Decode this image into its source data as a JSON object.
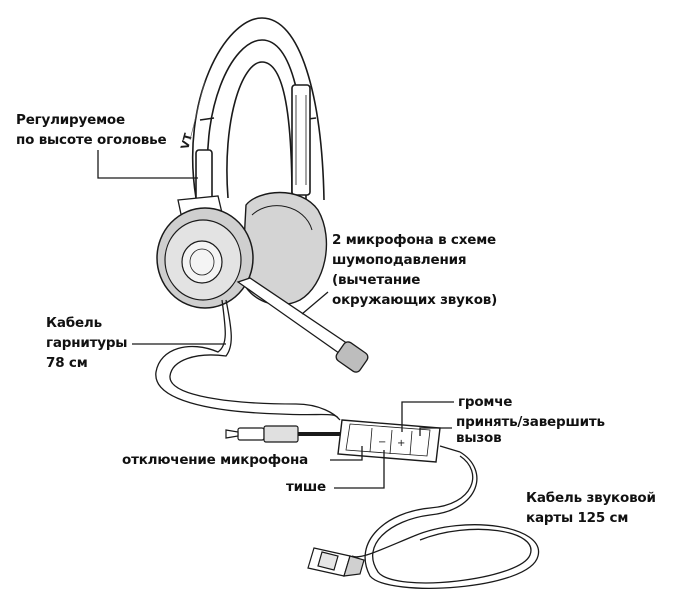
{
  "labels": {
    "headband": [
      "Регулируемое",
      "по высоте оголовье"
    ],
    "mics": [
      "2 микрофона в схеме",
      "шумоподавления",
      "(вычетание",
      "окружающих звуков)"
    ],
    "headset_cable": [
      "Кабель",
      "гарнитуры",
      "78 см"
    ],
    "volume_up": "громче",
    "answer_end": [
      "принять/завершить",
      "вызов"
    ],
    "mic_mute": "отключение микрофона",
    "volume_down": "тише",
    "sound_card_cable": [
      "Кабель звуковой",
      "карты 125 см"
    ]
  },
  "brand_mark": "VT",
  "colors": {
    "line": "#1a1a1a",
    "text": "#111111",
    "shade": "#c9c9c9"
  }
}
